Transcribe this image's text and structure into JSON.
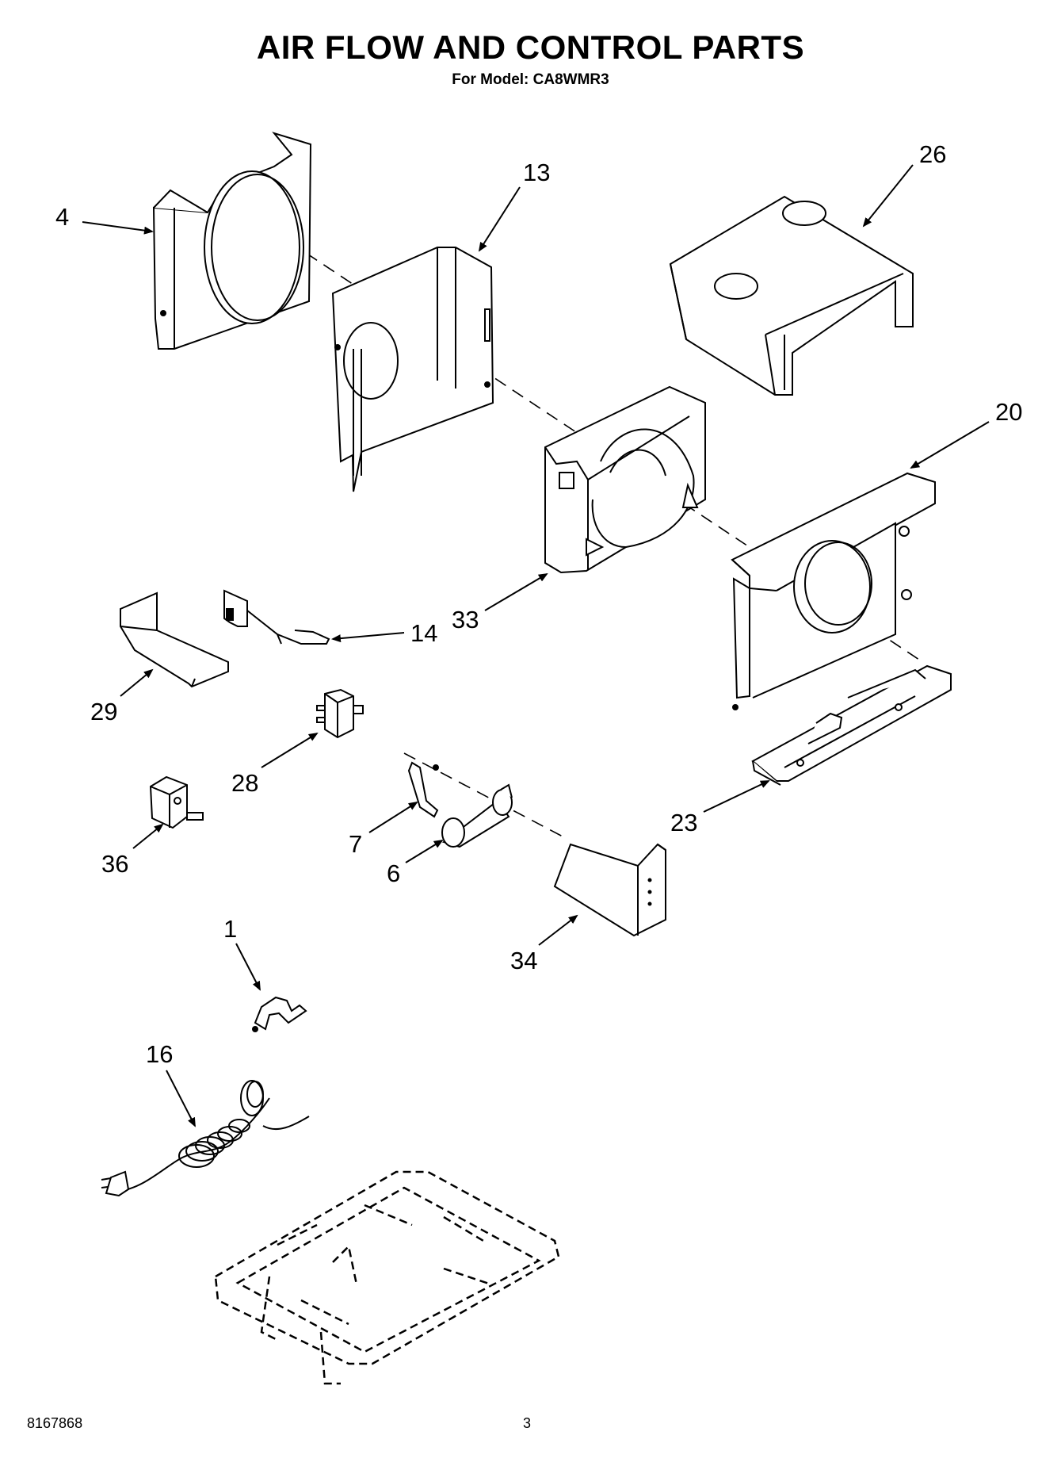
{
  "header": {
    "title": "AIR FLOW AND CONTROL PARTS",
    "subtitle": "For Model: CA8WMR3"
  },
  "callouts": {
    "c4": "4",
    "c13": "13",
    "c26": "26",
    "c20": "20",
    "c33": "33",
    "c14": "14",
    "c29": "29",
    "c28": "28",
    "c23": "23",
    "c36": "36",
    "c7": "7",
    "c6": "6",
    "c34": "34",
    "c1": "1",
    "c16": "16"
  },
  "footer": {
    "document_number": "8167868",
    "page_number": "3"
  }
}
